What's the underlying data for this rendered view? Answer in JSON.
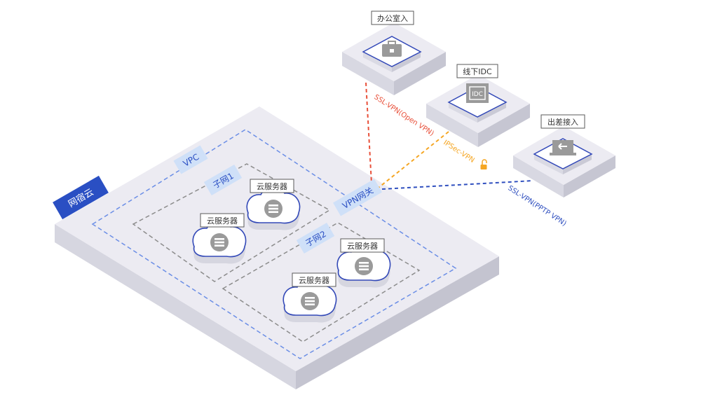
{
  "platform": {
    "label": "网宿云"
  },
  "vpc": {
    "label": "VPC"
  },
  "gateway": {
    "label": "VPN网关"
  },
  "subnets": [
    {
      "label": "子网1",
      "servers": [
        {
          "label": "云服务器"
        },
        {
          "label": "云服务器"
        }
      ]
    },
    {
      "label": "子网2",
      "servers": [
        {
          "label": "云服务器"
        },
        {
          "label": "云服务器"
        }
      ]
    }
  ],
  "sites": {
    "office": {
      "label": "办公室入",
      "icon": "briefcase-icon"
    },
    "idc": {
      "label": "线下IDC",
      "icon": "idc-icon",
      "badge": "IDC"
    },
    "travel": {
      "label": "出差接入",
      "icon": "laptop-icon"
    }
  },
  "links": {
    "ssl_openvpn": {
      "label": "SSL-VPN(Open VPN)",
      "color": "#e8503a"
    },
    "ipsec": {
      "label": "IPSec-VPN",
      "color": "#f5a623",
      "icon": "lock-icon"
    },
    "ssl_pptp": {
      "label": "SSL-VPN(PPTP VPN)",
      "color": "#2f4fbf"
    }
  },
  "colors": {
    "brand": "#2a4fc3",
    "tag_bg": "#cfe0f8",
    "dash_blue": "#6b8ee6",
    "dash_gray": "#8c8c8c"
  }
}
